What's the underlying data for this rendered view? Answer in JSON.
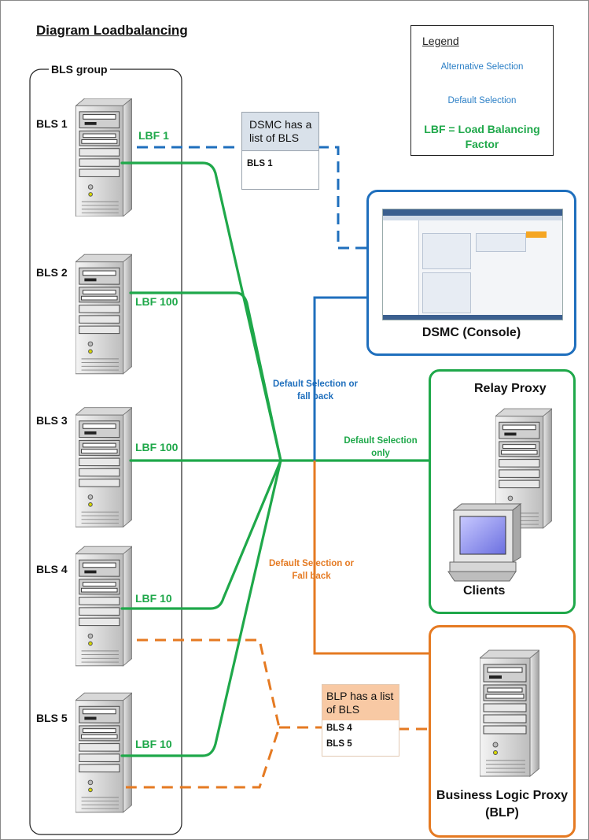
{
  "title": "Diagram Loadbalancing",
  "bls_group": {
    "label": "BLS group",
    "servers": [
      {
        "label": "BLS 1",
        "lbf": "LBF 1"
      },
      {
        "label": "BLS 2",
        "lbf": "LBF 100"
      },
      {
        "label": "BLS 3",
        "lbf": "LBF 100"
      },
      {
        "label": "BLS 4",
        "lbf": "LBF 10"
      },
      {
        "label": "BLS 5",
        "lbf": "LBF 10"
      }
    ]
  },
  "legend": {
    "title": "Legend",
    "alternative": "Alternative Selection",
    "default": "Default Selection",
    "lbf_definition": "LBF = Load Balancing Factor"
  },
  "dsmc_note": {
    "header": "DSMC has a list of BLS",
    "items": [
      "BLS 1"
    ]
  },
  "blp_note": {
    "header": "BLP has a list of BLS",
    "items": [
      "BLS 4",
      "BLS 5"
    ]
  },
  "console": {
    "title": "DSMC (Console)"
  },
  "relay": {
    "title": "Relay Proxy",
    "clients": "Clients"
  },
  "blp": {
    "title": "Business Logic Proxy (BLP)"
  },
  "connection_labels": {
    "console": "Default Selection or fall back",
    "relay": "Default Selection only",
    "blp": "Default Selection or Fall back"
  },
  "colors": {
    "green": "#1fa84a",
    "blue": "#1f6fbd",
    "orange": "#e57a22",
    "legend_blue": "#2b7fc6"
  }
}
